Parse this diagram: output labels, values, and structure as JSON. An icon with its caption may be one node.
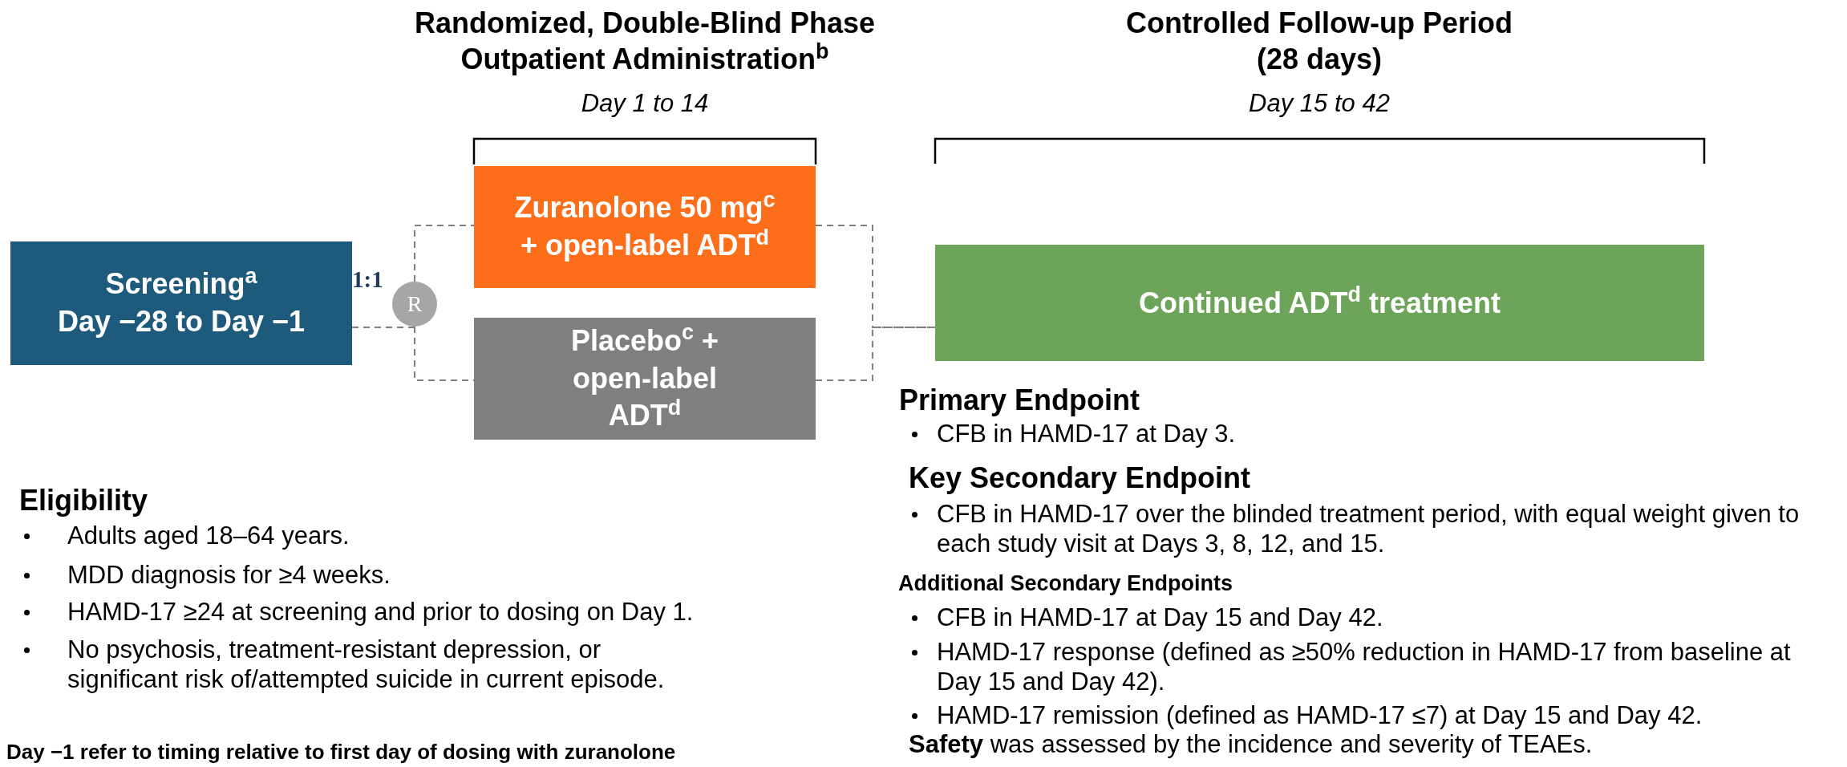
{
  "diagram": {
    "nodes": [
      {
        "text": [
          "Screening$^{a}$",
          "Day −28 to Day −1"
        ]
      },
      {
        "text": [
          "R"
        ],
        "beside": [
          "1:1"
        ]
      },
      {
        "text": [
          "Zuranolone 50 mg$^{c}$ + open-label ADT$^{d}$"
        ]
      },
      {
        "text": [
          "Placebo$^{c}$ + open-label ADT$^{d}$"
        ]
      },
      {
        "text": [
          "Continued ADT$^{d}$ treatment"
        ]
      }
    ],
    "edges": [
      {
        "from": 0,
        "to": 1,
        "arrow": "none",
        "style": "dashed"
      },
      {
        "from": 1,
        "to": 2,
        "arrow": "none",
        "style": "dashed"
      },
      {
        "from": 1,
        "to": 3,
        "arrow": "none",
        "style": "dashed"
      },
      {
        "from": 2,
        "to": 4,
        "arrow": "none",
        "style": "dashed"
      },
      {
        "from": 3,
        "to": 4,
        "arrow": "none",
        "style": "dashed"
      }
    ],
    "labels": [
      "Randomized, Double-Blind Phase Outpatient Administration$^{b}$",
      "Day 1 to 14",
      "Controlled Follow-up Period (28 days)",
      "Day 15 to 42",
      "Primary Endpoint",
      "CFB in HAMD-17 at Day 3.",
      "Key Secondary Endpoint",
      "CFB in HAMD-17 over the blinded treatment period, with equal weight given to each study visit at Days 3, 8, 12, and 15.",
      "Additional Secondary Endpoints",
      "CFB in HAMD-17 at Day 15 and Day 42.",
      "HAMD-17 response (defined as ≥50% reduction in HAMD-17 from baseline at Day 15 and Day 42).",
      "HAMD-17 remission (defined as HAMD-17 ≤7) at Day 15 and Day 42.",
      "**Safety** was assessed by the incidence and severity of TEAEs.",
      "Eligibility",
      "Adults aged 18–64 years.",
      "MDD diagnosis for ≥4 weeks.",
      "HAMD-17 ≥24 at screening and prior to dosing on Day 1.",
      "No psychosis, treatment-resistant depression, or significant risk of/attempted suicide in current episode.",
      "Day −1 refer to timing relative to first day of dosing with zuranolone"
    ]
  }
}
